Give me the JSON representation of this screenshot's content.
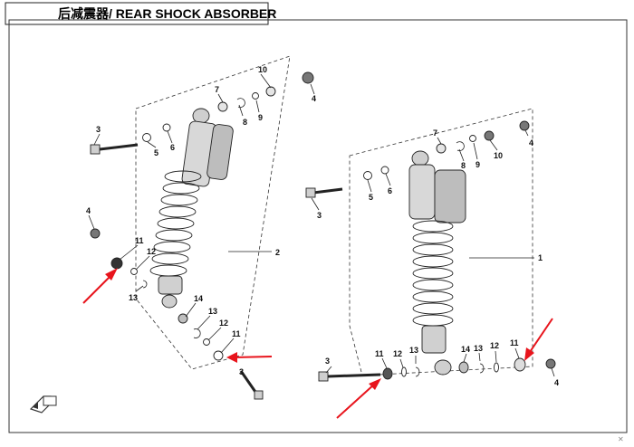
{
  "title": "后减震器/ REAR SHOCK ABSORBER",
  "assemblies": {
    "left_label": "2",
    "right_label": "1"
  },
  "callouts_left": [
    "10",
    "4",
    "7",
    "8",
    "9",
    "3",
    "5",
    "6",
    "4",
    "11",
    "12",
    "13",
    "14",
    "13",
    "12",
    "11",
    "3"
  ],
  "callouts_right": [
    "7",
    "4",
    "8",
    "9",
    "10",
    "5",
    "6",
    "3",
    "1",
    "11",
    "12",
    "13",
    "14",
    "13",
    "12",
    "11",
    "3",
    "4"
  ],
  "colors": {
    "arrow": "#e8141c",
    "part_dark": "#4a4a4a",
    "part_light": "#d8d8d8"
  },
  "icons": {
    "direction": "front-arrow-icon",
    "corner": "close-icon"
  },
  "corner_glyph": "✕"
}
